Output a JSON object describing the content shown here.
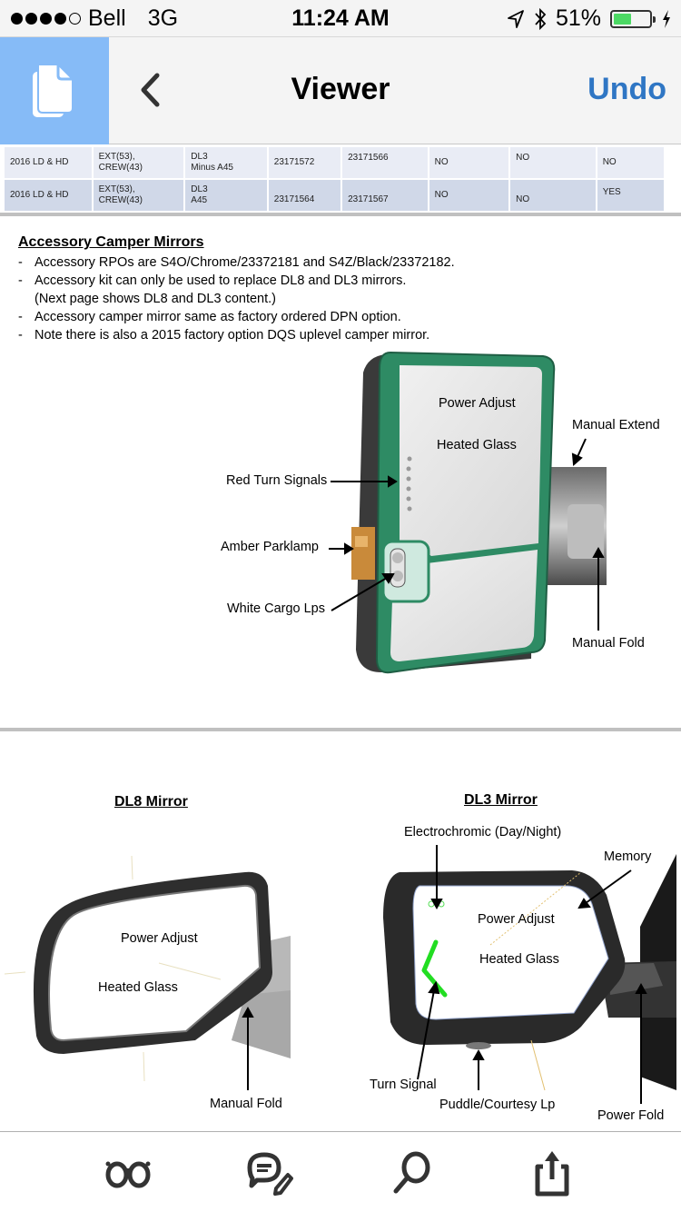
{
  "status_bar": {
    "signal_bars_filled": 4,
    "signal_bars_total": 5,
    "carrier": "Bell",
    "network": "3G",
    "time": "11:24 AM",
    "battery_percent": "51%",
    "icons": [
      "location-arrow-icon",
      "bluetooth-icon",
      "battery-icon",
      "charging-bolt-icon"
    ]
  },
  "nav_bar": {
    "doc_icon": "document-stack-icon",
    "back_icon": "chevron-left-icon",
    "title": "Viewer",
    "undo_label": "Undo",
    "undo_color": "#2f76c4",
    "tile_color": "#86bbf7"
  },
  "document": {
    "table": {
      "rows": [
        [
          "2016 LD & HD",
          "EXT(53), CREW(43)",
          "DL3\nMinus A45",
          "23171572",
          "23171566",
          "NO",
          "NO",
          "NO"
        ],
        [
          "2016 LD & HD",
          "EXT(53), CREW(43)",
          "DL3\nA45",
          "23171564",
          "23171567",
          "NO",
          "NO",
          "YES"
        ]
      ]
    },
    "camper_section": {
      "title": "Accessory Camper Mirrors",
      "bullets": [
        "Accessory RPOs are S4O/Chrome/23372181 and S4Z/Black/23372182.",
        "Accessory kit can only be used to replace DL8 and DL3 mirrors.",
        "(Next page shows DL8 and DL3 content.)",
        "Accessory camper mirror same as factory ordered DPN option.",
        "Note there is also a 2015 factory option DQS uplevel camper mirror."
      ],
      "diagram_labels": {
        "power_adjust": "Power Adjust",
        "heated_glass": "Heated Glass",
        "manual_extend": "Manual Extend",
        "red_turn_signals": "Red Turn Signals",
        "amber_parklamp": "Amber Parklamp",
        "white_cargo_lps": "White Cargo Lps",
        "manual_fold": "Manual Fold"
      }
    },
    "dl8_section": {
      "title": "DL8 Mirror",
      "labels": {
        "power_adjust": "Power Adjust",
        "heated_glass": "Heated Glass",
        "manual_fold": "Manual Fold"
      }
    },
    "dl3_section": {
      "title": "DL3 Mirror",
      "labels": {
        "electrochromic": "Electrochromic (Day/Night)",
        "memory": "Memory",
        "power_adjust": "Power Adjust",
        "heated_glass": "Heated Glass",
        "turn_signal": "Turn Signal",
        "puddle_lamp": "Puddle/Courtesy Lp",
        "power_fold": "Power Fold"
      }
    }
  },
  "toolbar": {
    "items": [
      {
        "name": "reading-glasses-icon"
      },
      {
        "name": "annotate-comment-icon"
      },
      {
        "name": "search-icon"
      },
      {
        "name": "share-icon"
      }
    ]
  }
}
